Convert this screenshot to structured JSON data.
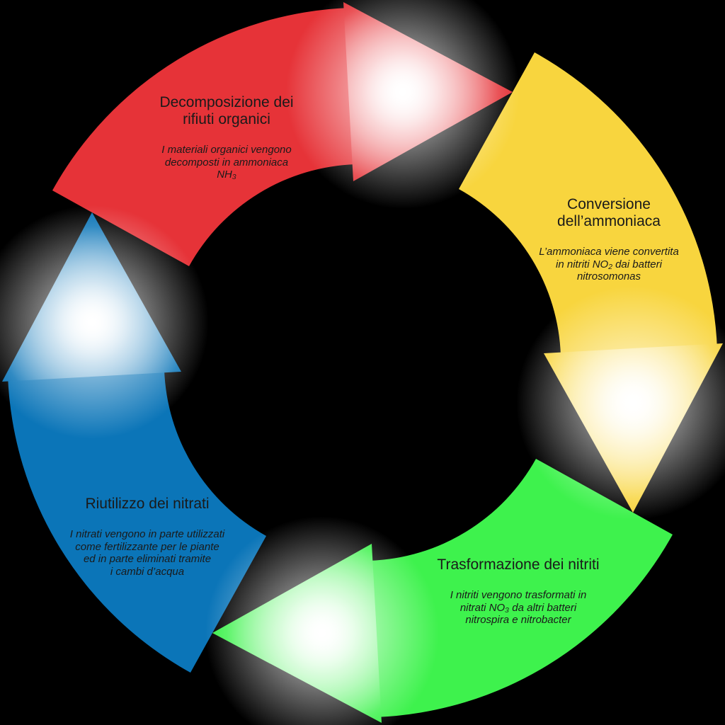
{
  "diagram": {
    "background": "#000000",
    "text_color": "#1a1a1a",
    "direction": "clockwise",
    "segments": [
      {
        "name": "decomposizione",
        "color": "#e63338",
        "color_dark": "#cf2429",
        "title": "Decomposizione dei\nrifiuti organici",
        "body": "I materiali organici vengono\ndecomposti in ammoniaca\nNH₃"
      },
      {
        "name": "conversione",
        "color": "#f8d53e",
        "color_dark": "#efb832",
        "title": "Conversione\ndell’ammoniaca",
        "body": "L’ammoniaca viene convertita\nin nitriti NO₂ dai batteri\nnitrosomonas"
      },
      {
        "name": "trasformazione",
        "color": "#3ef24d",
        "color_dark": "#2dd83e",
        "title": "Trasformazione dei nitriti",
        "body": "I nitriti vengono trasformati in\nnitrati NO₃ da altri batteri\nnitrospira e nitrobacter"
      },
      {
        "name": "riutilizzo",
        "color": "#0b75b8",
        "color_dark": "#0a63a0",
        "title": "Riutilizzo dei nitrati",
        "body": "I nitrati vengono in parte utilizzati\ncome fertilizzante per le piante\ned in parte eliminati tramite\ni cambi d’acqua"
      }
    ]
  }
}
